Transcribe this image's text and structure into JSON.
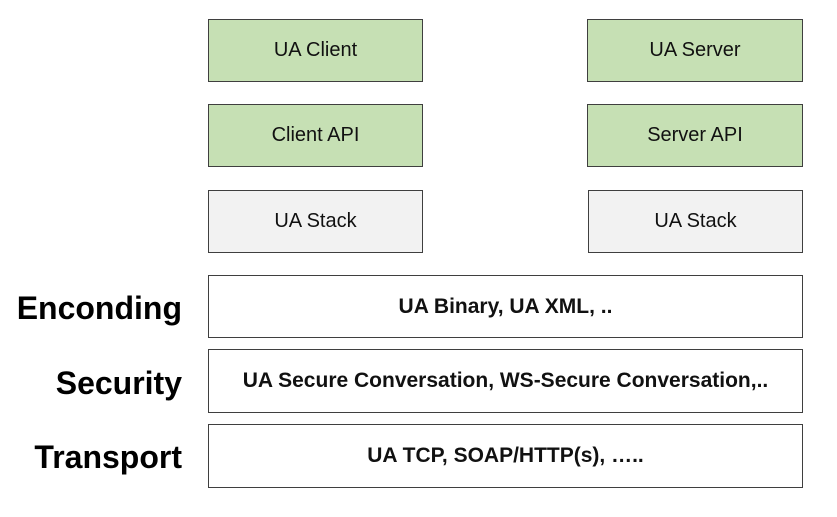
{
  "client_stack": {
    "application": "UA Client",
    "api": "Client API",
    "stack": "UA Stack"
  },
  "server_stack": {
    "application": "UA Server",
    "api": "Server API",
    "stack": "UA Stack"
  },
  "layers": {
    "encoding": {
      "label": "Enconding",
      "protocols": "UA Binary, UA XML, .."
    },
    "security": {
      "label": "Security",
      "protocols": "UA Secure Conversation, WS-Secure Conversation,.."
    },
    "transport": {
      "label": "Transport",
      "protocols": "UA TCP, SOAP/HTTP(s), ….."
    }
  },
  "colors": {
    "application_fill": "#c6e0b4",
    "stack_fill": "#f2f2f2",
    "layer_fill": "#ffffff",
    "border": "#3f3f3f"
  }
}
